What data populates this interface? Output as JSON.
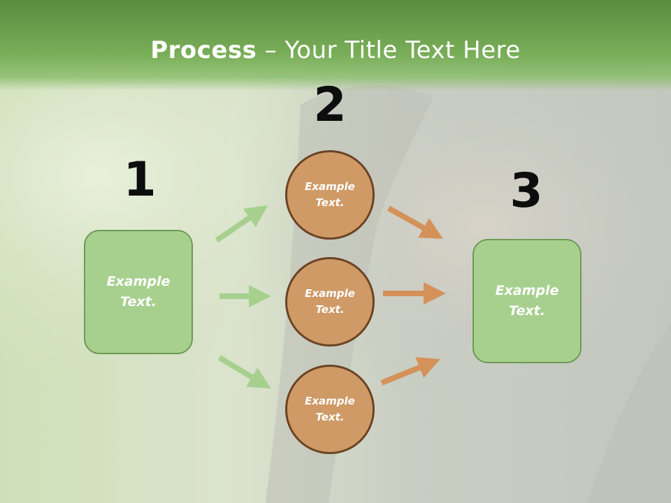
{
  "title": {
    "bold": "Process",
    "rest": " – Your Title Text Here"
  },
  "steps": {
    "one": "1",
    "two": "2",
    "three": "3"
  },
  "box_left": {
    "line1": "Example",
    "line2": "Text."
  },
  "circles": [
    {
      "line1": "Example",
      "line2": "Text."
    },
    {
      "line1": "Example",
      "line2": "Text."
    },
    {
      "line1": "Example",
      "line2": "Text."
    }
  ],
  "box_right": {
    "line1": "Example",
    "line2": "Text."
  },
  "colors": {
    "header": "#6ea34c",
    "box_fill": "#a7d08f",
    "circle_fill": "#cf9a66",
    "arrow_green": "#a7d08f",
    "arrow_orange": "#d4925a"
  }
}
